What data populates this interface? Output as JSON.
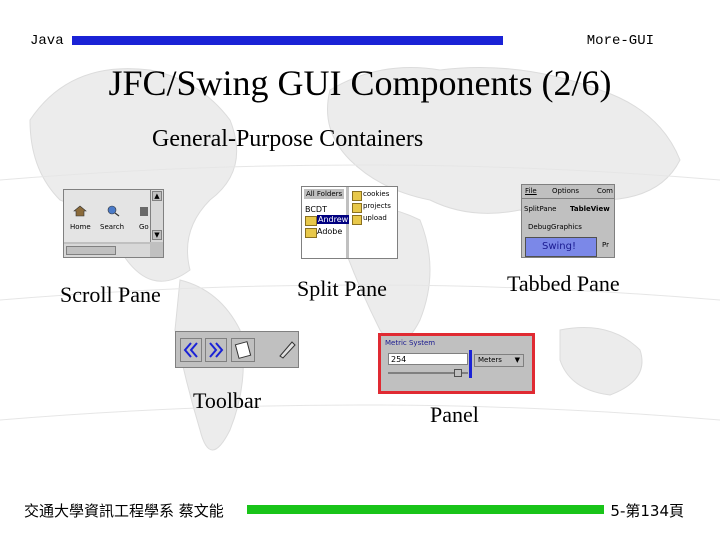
{
  "header": {
    "left": "Java",
    "right": "More-GUI",
    "bar_color": "#1a22d6"
  },
  "slide": {
    "title": "JFC/Swing GUI Components (2/6)",
    "subtitle": "General-Purpose Containers"
  },
  "components": {
    "scroll_pane": "Scroll Pane",
    "split_pane": "Split Pane",
    "tabbed_pane": "Tabbed Pane",
    "toolbar": "Toolbar",
    "panel": "Panel"
  },
  "screenshots": {
    "scroll": {
      "item1": "Home",
      "item2": "Search",
      "item3": "Go"
    },
    "split": {
      "tree_header": "All Folders",
      "tree_item1": "BCDT",
      "tree_item2": "Andrew",
      "tree_item3": "Adobe",
      "list_item1": "cookies",
      "list_item2": "projects",
      "list_item3": "upload"
    },
    "tabbed": {
      "menu1": "File",
      "menu2": "Options",
      "menu3": "Com",
      "tab1": "SplitPane",
      "tab2": "TableView",
      "tab3": "DebugGraphics",
      "content": "Swing!",
      "tab4": "Pr"
    },
    "panel": {
      "group_title": "Metric System",
      "field_value": "254",
      "combo_value": "Meters"
    }
  },
  "footer": {
    "left": "交通大學資訊工程學系 蔡文能",
    "right": "5-第134頁",
    "bar_color": "#19c419"
  },
  "colors": {
    "panel_border": "#e02a32",
    "tab_highlight": "#7b88e8"
  }
}
